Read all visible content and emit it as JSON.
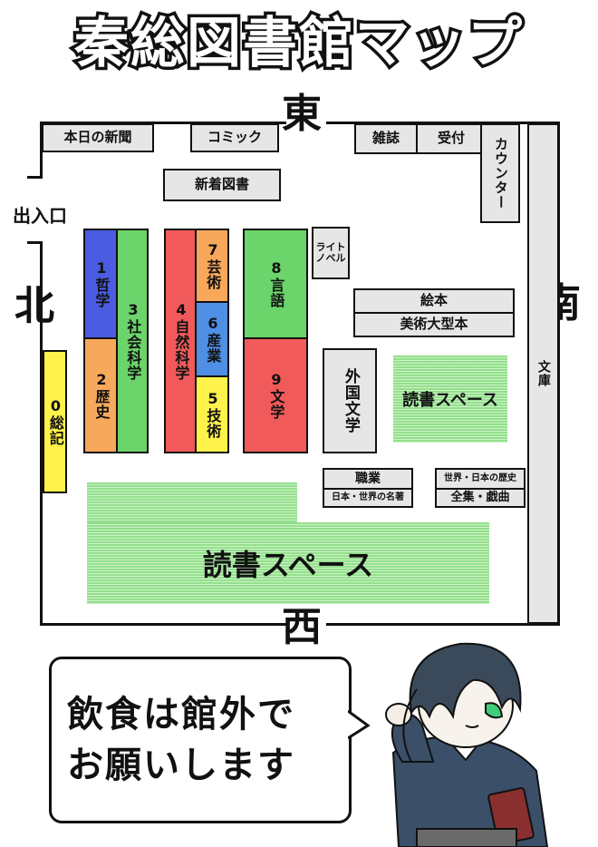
{
  "title": "秦総図書館マップ",
  "directions": {
    "east": "東",
    "west": "西",
    "north": "北",
    "south": "南"
  },
  "entrance": "出入口",
  "shelves": {
    "newspaper": "本日の新聞",
    "comic": "コミック",
    "magazine": "雑誌",
    "reception": "受付",
    "counter": "カウンター",
    "new_books": "新着図書",
    "light_novel": "ライトノベル",
    "picture_book": "絵本",
    "art_large": "美術大型本",
    "bunko": "文庫",
    "foreign_lit": "外国文学",
    "general": "0総記",
    "philosophy": "1哲学",
    "history": "2歴史",
    "social_science": "3社会科学",
    "natural_science": "4自然科学",
    "technology": "5技術",
    "industry": "6産業",
    "arts": "7芸術",
    "language": "8言語",
    "literature": "9文学",
    "career": "職業",
    "masterpieces": "日本・世界の名著",
    "world_history": "世界・日本の歴史",
    "collections": "全集・戯曲"
  },
  "reading_space_label": "読書スペース",
  "bubble": {
    "line1": "飲食は館外で",
    "line2": "お願いします"
  },
  "colors": {
    "blue": "#4a5de0",
    "orange": "#f8a85a",
    "green": "#6bd46a",
    "red": "#f05a5a",
    "yellow": "#fff24a",
    "reading": "#93e08b",
    "gray": "#e6e6e6"
  }
}
